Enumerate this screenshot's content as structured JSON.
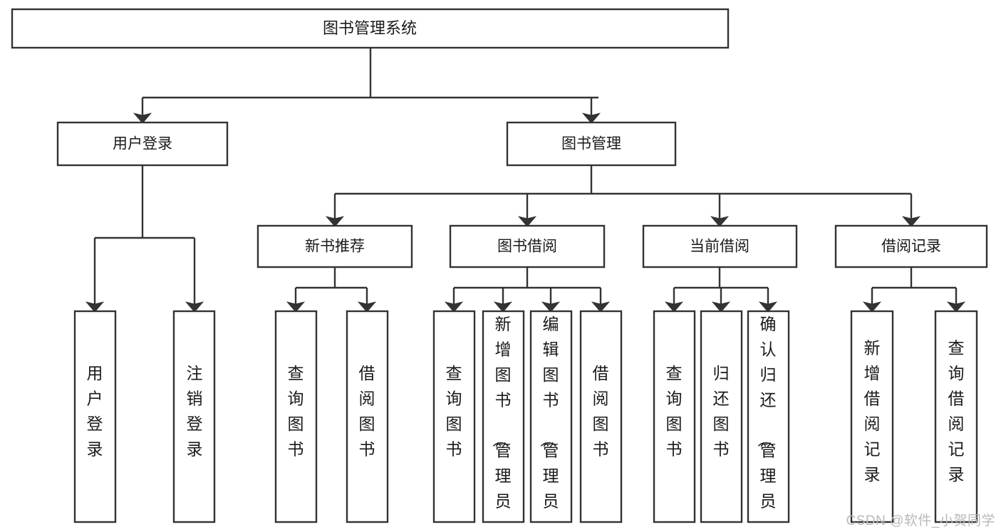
{
  "diagram": {
    "type": "tree-hierarchy",
    "title": "图书管理系统",
    "watermark": "CSDN @软件_小贺同学",
    "root": {
      "id": "root",
      "label": "图书管理系统",
      "orientation": "horizontal"
    },
    "level2": [
      {
        "id": "user-login",
        "label": "用户登录",
        "orientation": "horizontal"
      },
      {
        "id": "book-manage",
        "label": "图书管理",
        "orientation": "horizontal"
      }
    ],
    "level3": [
      {
        "id": "new-book-recommend",
        "label": "新书推荐",
        "parent": "book-manage",
        "orientation": "horizontal"
      },
      {
        "id": "book-borrow",
        "label": "图书借阅",
        "parent": "book-manage",
        "orientation": "horizontal"
      },
      {
        "id": "current-borrow",
        "label": "当前借阅",
        "parent": "book-manage",
        "orientation": "horizontal"
      },
      {
        "id": "borrow-record",
        "label": "借阅记录",
        "parent": "book-manage",
        "orientation": "horizontal"
      }
    ],
    "leaves": [
      {
        "id": "leaf-user-login",
        "label": "用户登录",
        "parent": "user-login",
        "orientation": "vertical",
        "align": "middle"
      },
      {
        "id": "leaf-user-logout",
        "label": "注销登录",
        "parent": "user-login",
        "orientation": "vertical",
        "align": "middle"
      },
      {
        "id": "leaf-query-book-1",
        "label": "查询图书",
        "parent": "new-book-recommend",
        "orientation": "vertical",
        "align": "middle"
      },
      {
        "id": "leaf-borrow-book-1",
        "label": "借阅图书",
        "parent": "new-book-recommend",
        "orientation": "vertical",
        "align": "middle"
      },
      {
        "id": "leaf-query-book-2",
        "label": "查询图书",
        "parent": "book-borrow",
        "orientation": "vertical",
        "align": "middle"
      },
      {
        "id": "leaf-add-book",
        "label": "新增图书（管理员）",
        "parent": "book-borrow",
        "orientation": "vertical",
        "align": "top"
      },
      {
        "id": "leaf-edit-book",
        "label": "编辑图书（管理员）",
        "parent": "book-borrow",
        "orientation": "vertical",
        "align": "top"
      },
      {
        "id": "leaf-borrow-book-2",
        "label": "借阅图书",
        "parent": "book-borrow",
        "orientation": "vertical",
        "align": "middle"
      },
      {
        "id": "leaf-query-book-3",
        "label": "查询图书",
        "parent": "current-borrow",
        "orientation": "vertical",
        "align": "middle"
      },
      {
        "id": "leaf-return-book",
        "label": "归还图书",
        "parent": "current-borrow",
        "orientation": "vertical",
        "align": "middle"
      },
      {
        "id": "leaf-confirm-return",
        "label": "确认归还（管理员）",
        "parent": "current-borrow",
        "orientation": "vertical",
        "align": "top"
      },
      {
        "id": "leaf-add-record",
        "label": "新增借阅记录",
        "parent": "borrow-record",
        "orientation": "vertical",
        "align": "middle"
      },
      {
        "id": "leaf-query-record",
        "label": "查询借阅记录",
        "parent": "borrow-record",
        "orientation": "vertical",
        "align": "middle"
      }
    ],
    "colors": {
      "stroke": "#333333",
      "fill": "#ffffff",
      "text": "#1a1a1a",
      "watermark": "#b9b9b9"
    }
  }
}
